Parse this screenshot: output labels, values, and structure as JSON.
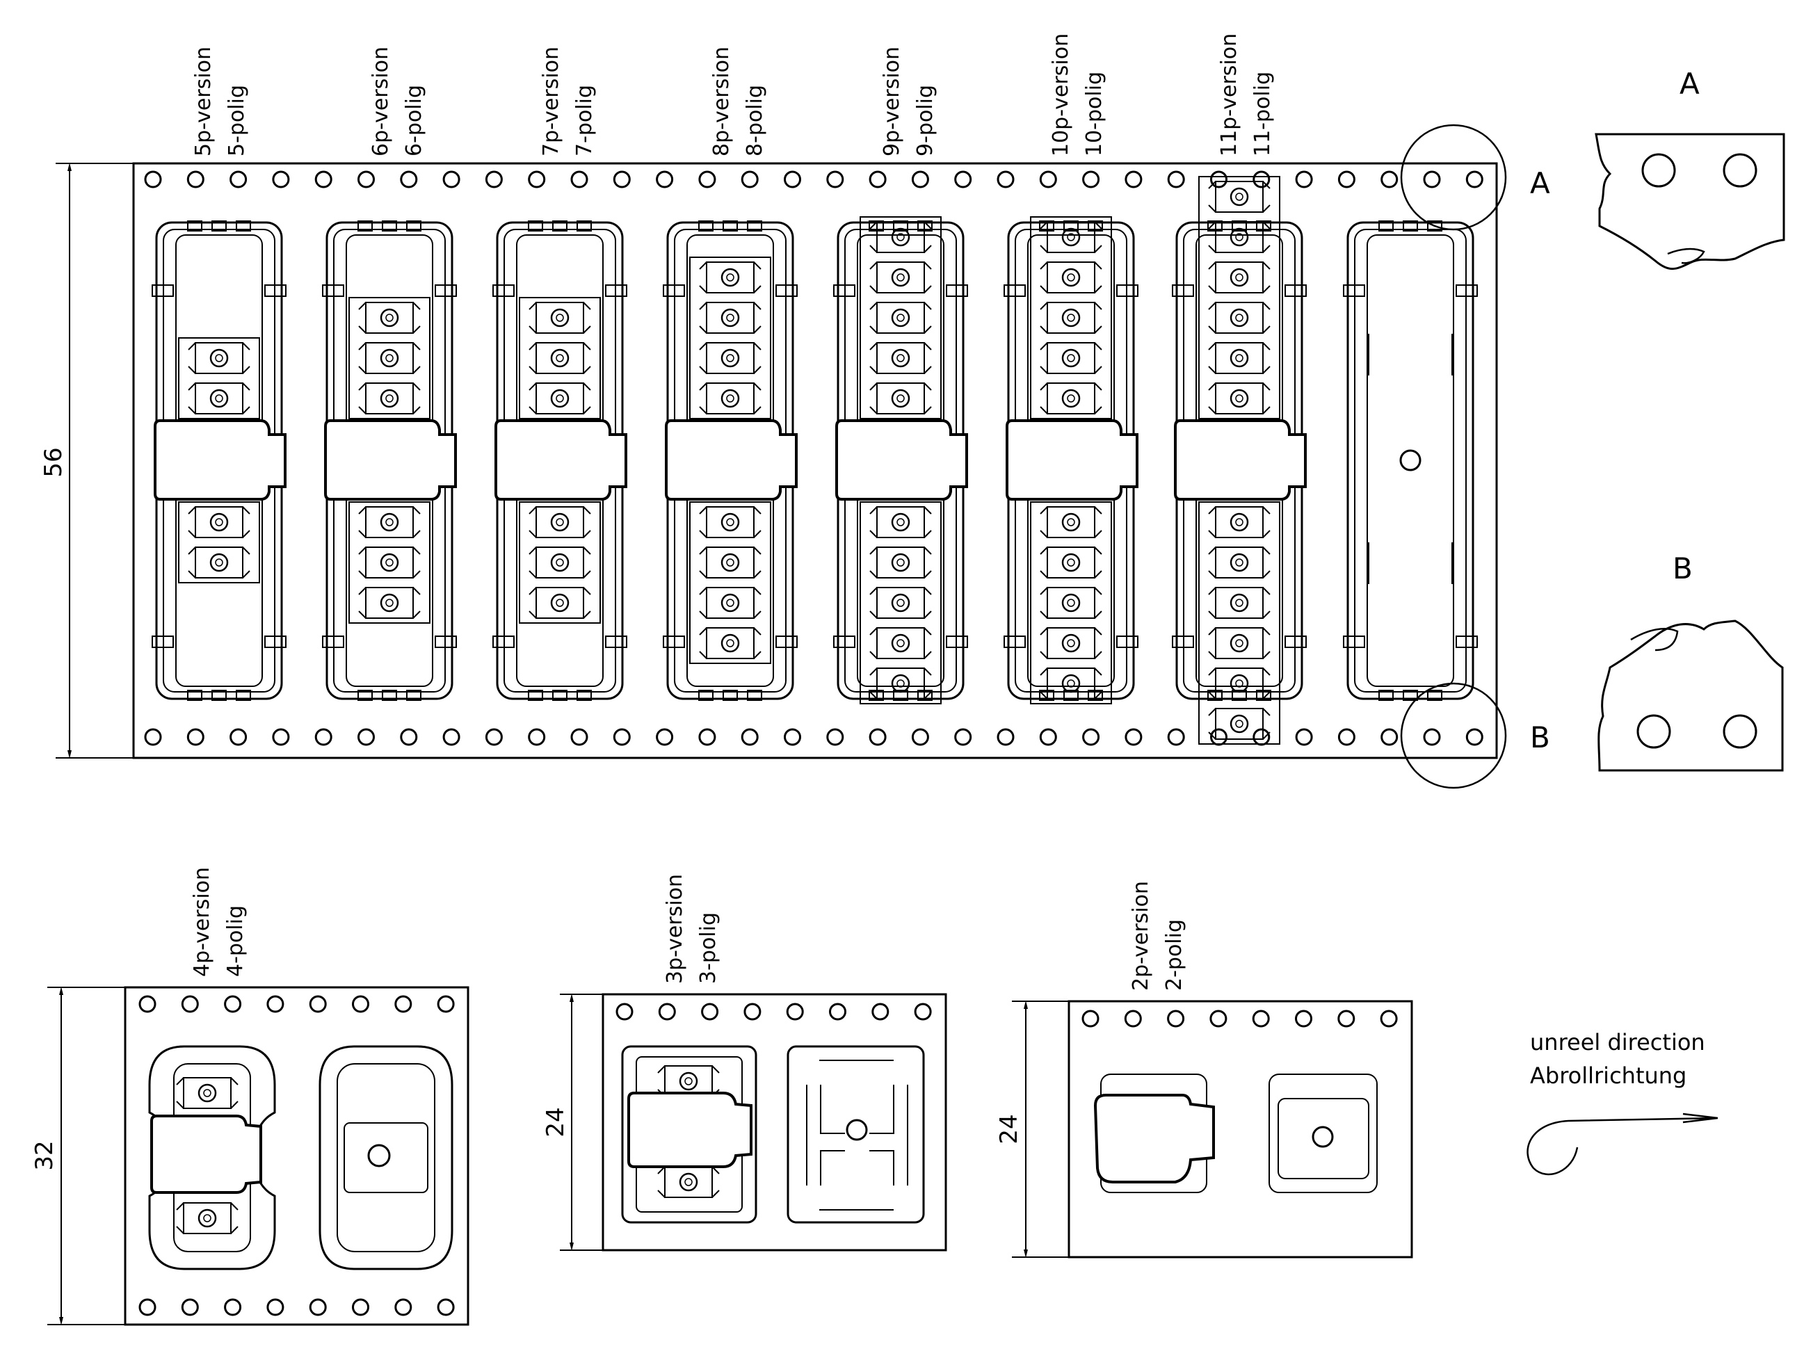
{
  "top_tape": {
    "dimension": "56",
    "versions": [
      {
        "en": "5p-version",
        "de": "5-polig"
      },
      {
        "en": "6p-version",
        "de": "6-polig"
      },
      {
        "en": "7p-version",
        "de": "7-polig"
      },
      {
        "en": "8p-version",
        "de": "8-polig"
      },
      {
        "en": "9p-version",
        "de": "9-polig"
      },
      {
        "en": "10p-version",
        "de": "10-polig"
      },
      {
        "en": "11p-version",
        "de": "11-polig"
      }
    ],
    "marker_a": "A",
    "marker_b": "B"
  },
  "detail_a": {
    "label": "A"
  },
  "detail_b": {
    "label": "B"
  },
  "tape_4p": {
    "dimension": "32",
    "version": {
      "en": "4p-version",
      "de": "4-polig"
    }
  },
  "tape_3p": {
    "dimension": "24",
    "version": {
      "en": "3p-version",
      "de": "3-polig"
    }
  },
  "tape_2p": {
    "dimension": "24",
    "version": {
      "en": "2p-version",
      "de": "2-polig"
    }
  },
  "unreel": {
    "line1": "unreel direction",
    "line2": "Abrollrichtung"
  }
}
